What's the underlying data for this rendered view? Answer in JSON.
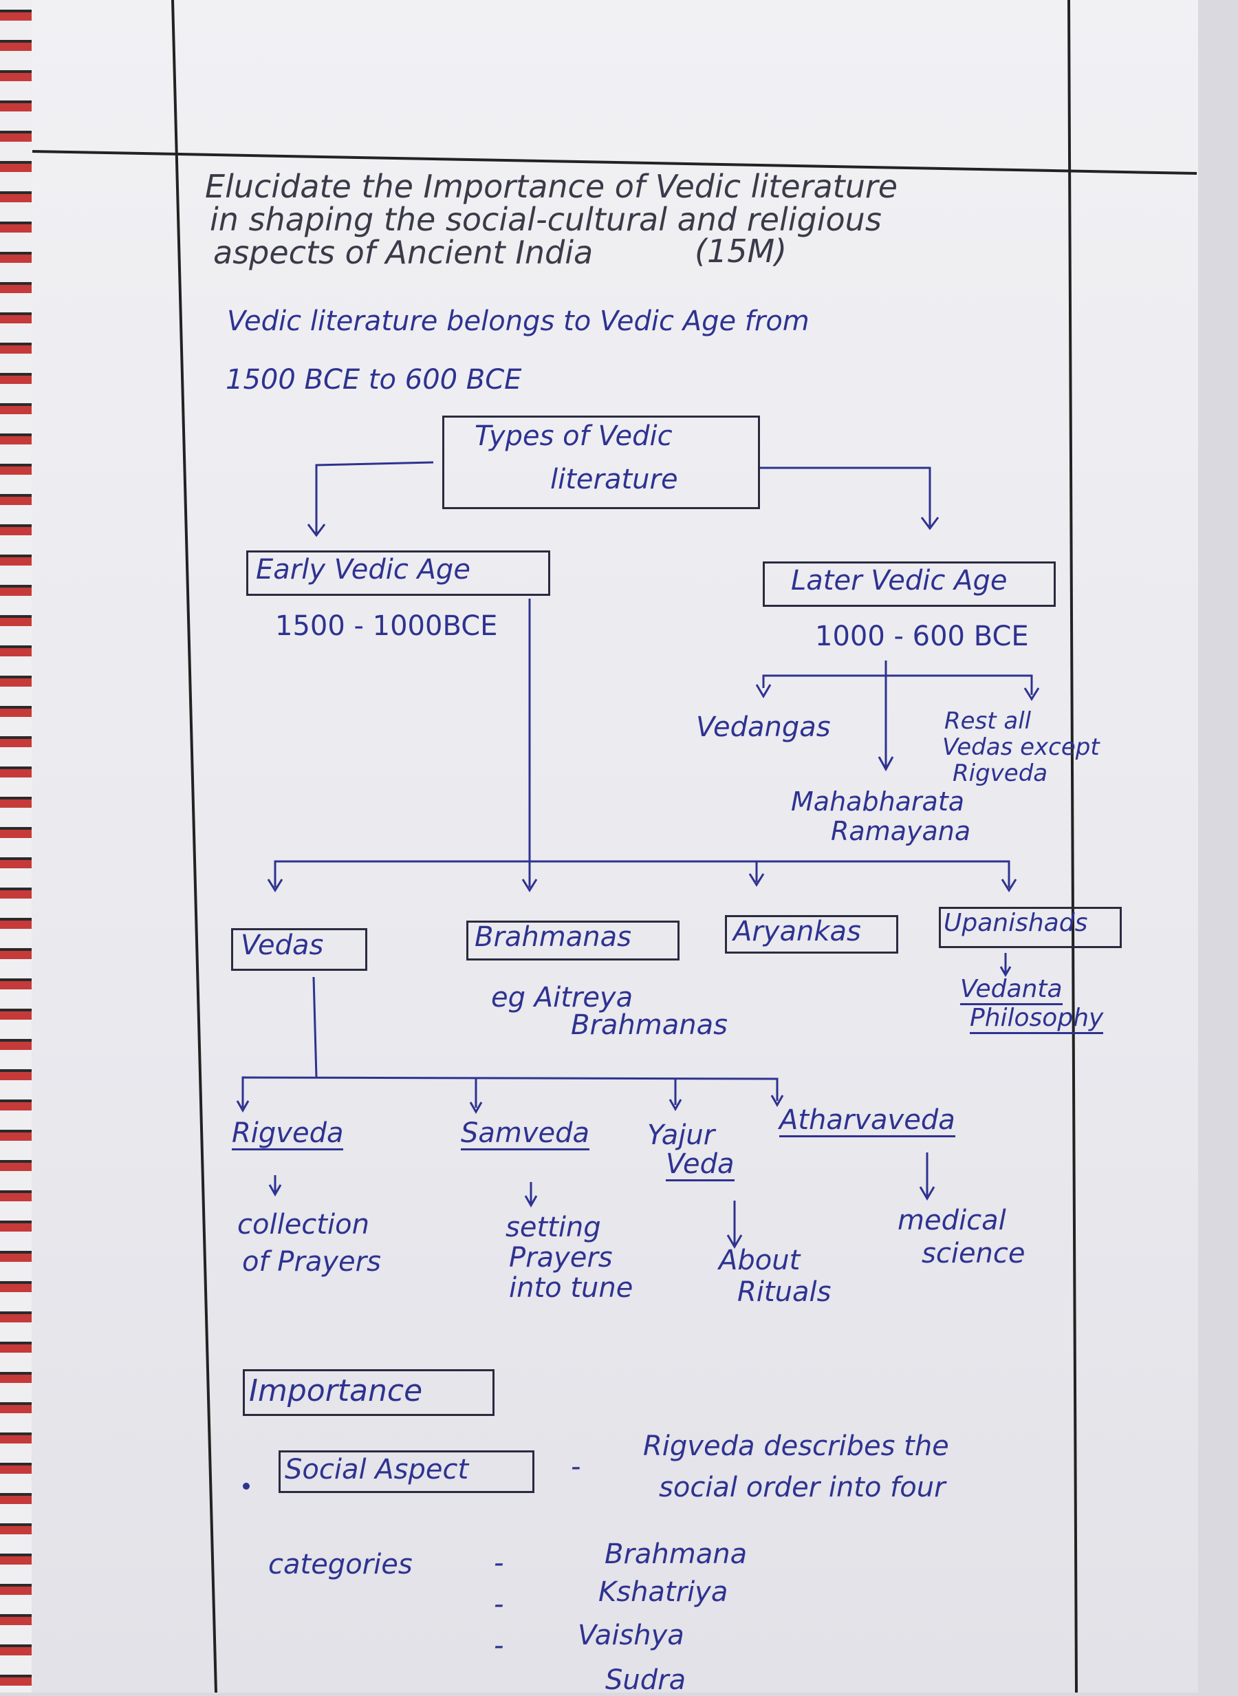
{
  "question": {
    "lines": [
      "Elucidate the Importance of Vedic literature",
      "in shaping the social-cultural and religious",
      "aspects of Ancient India"
    ],
    "marks": "(15M)"
  },
  "intro": {
    "line1": "Vedic literature belongs to Vedic Age from",
    "line2": "1500 BCE to 600 BCE"
  },
  "diagram": {
    "root": {
      "line1": "Types of Vedic",
      "line2": "literature"
    },
    "early": {
      "label": "Early Vedic Age",
      "period": "1500 - 1000BCE"
    },
    "later": {
      "label": "Later Vedic Age",
      "period": "1000 - 600 BCE",
      "children": {
        "vedangas": "Vedangas",
        "epic1": "Mahabharata",
        "epic2": "Ramayana",
        "rest1": "Rest all",
        "rest2": "Vedas except",
        "rest3": "Rigveda"
      }
    },
    "types": {
      "vedas": "Vedas",
      "brahmanas": "Brahmanas",
      "brahmanas_eg1": "eg Aitreya",
      "brahmanas_eg2": "Brahmanas",
      "aryankas": "Aryankas",
      "upanishads": "Upanishads",
      "upanishads_note1": "Vedanta",
      "upanishads_note2": "Philosophy"
    },
    "vedas": [
      {
        "name": "Rigveda",
        "desc1": "collection",
        "desc2": "of Prayers",
        "desc3": ""
      },
      {
        "name": "Samveda",
        "desc1": "setting",
        "desc2": "Prayers",
        "desc3": "into tune"
      },
      {
        "name": "Yajur",
        "name2": "Veda",
        "desc1": "About",
        "desc2": "Rituals",
        "desc3": ""
      },
      {
        "name": "Atharvaveda",
        "desc1": "medical",
        "desc2": "science",
        "desc3": ""
      }
    ]
  },
  "importance": {
    "heading": "Importance",
    "social_label": "Social Aspect",
    "dash": "-",
    "social_text1": "Rigveda describes the",
    "social_text2": "social order into four",
    "categories_label": "categories",
    "categories": [
      "Brahmana",
      "Kshatriya",
      "Vaishya",
      "Sudra"
    ]
  }
}
